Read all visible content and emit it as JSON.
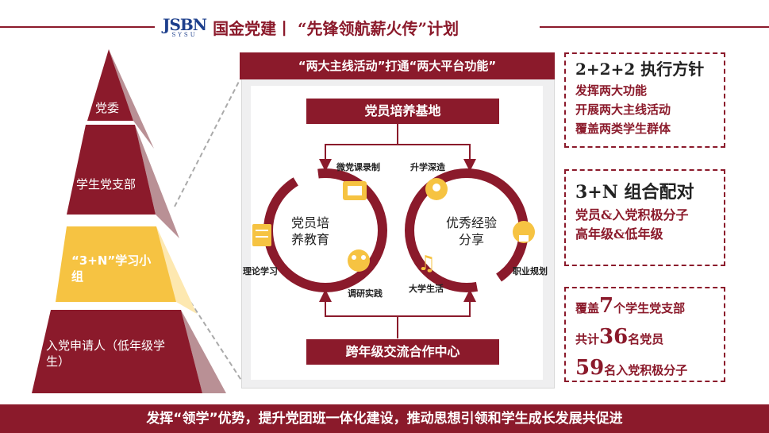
{
  "header": {
    "logo_main": "JSBN",
    "logo_sub": "SYSU",
    "title": "国金党建丨 “先锋领航薪火传”计划"
  },
  "pyramid": {
    "level1": "党委",
    "level2": "学生党支部",
    "level3": "“3+N”学习小组",
    "level4": "入党申请人（低年级学生）"
  },
  "center": {
    "top_banner": "“两大主线活动”打通“两大平台功能”",
    "base_top": "党员培养基地",
    "base_bottom": "跨年级交流合作中心",
    "left_circle": "党员培养教育",
    "right_circle": "优秀经验分享",
    "activities": {
      "micro_course": "微党课录制",
      "theory": "理论学习",
      "research": "调研实践",
      "further_study": "升学深造",
      "career": "职业规划",
      "college_life": "大学生活"
    }
  },
  "right_boxes": {
    "box1": {
      "heading": "2+2+2 执行方针",
      "lines": [
        "发挥两大功能",
        "开展两大主线活动",
        "覆盖两类学生群体"
      ]
    },
    "box2": {
      "heading": "3+N 组合配对",
      "lines": [
        "党员&入党积极分子",
        "高年级&低年级"
      ]
    },
    "box3": {
      "line1_pre": "覆盖",
      "line1_num": "7",
      "line1_post": "个学生党支部",
      "line2_pre": "共计",
      "line2_num": "36",
      "line2_post": "名党员",
      "line3_num": "59",
      "line3_post": "名入党积极分子"
    }
  },
  "footer": {
    "banner": "发挥“领学”优势，提升党团班一体化建设，推动思想引领和学生成长发展共促进"
  },
  "colors": {
    "brand": "#8b1a2b",
    "highlight": "#f6c342",
    "logo_blue": "#1d3f8c"
  }
}
